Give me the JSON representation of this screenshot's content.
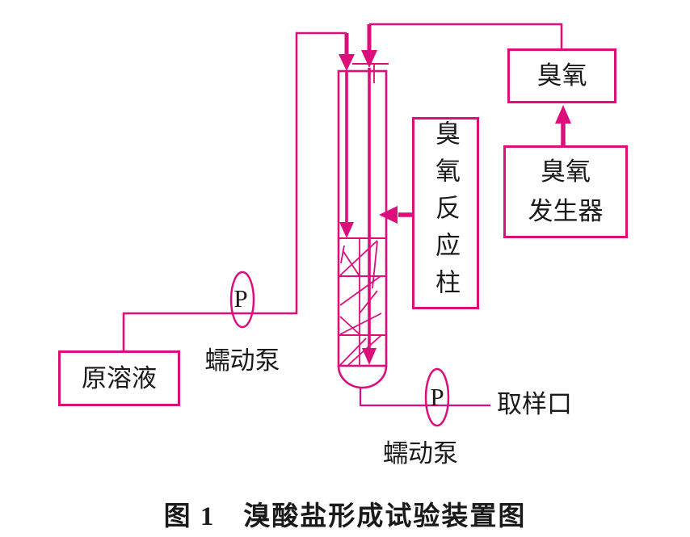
{
  "colors": {
    "accent": "#DB0E7B",
    "ink": "#1A1A1A",
    "background": "#FFFFFF"
  },
  "boxes": {
    "raw_solution": {
      "label": "原溶液"
    },
    "ozone": {
      "label": "臭氧"
    },
    "ozone_generator": {
      "line1": "臭氧",
      "line2": "发生器"
    },
    "reaction_column": {
      "label": "臭氧反应柱"
    }
  },
  "pumps": {
    "top": {
      "symbol": "P",
      "label": "蠕动泵"
    },
    "bottom": {
      "symbol": "P",
      "label": "蠕动泵"
    }
  },
  "labels": {
    "sampling_port": "取样口"
  },
  "caption": "图 1　溴酸盐形成试验装置图"
}
